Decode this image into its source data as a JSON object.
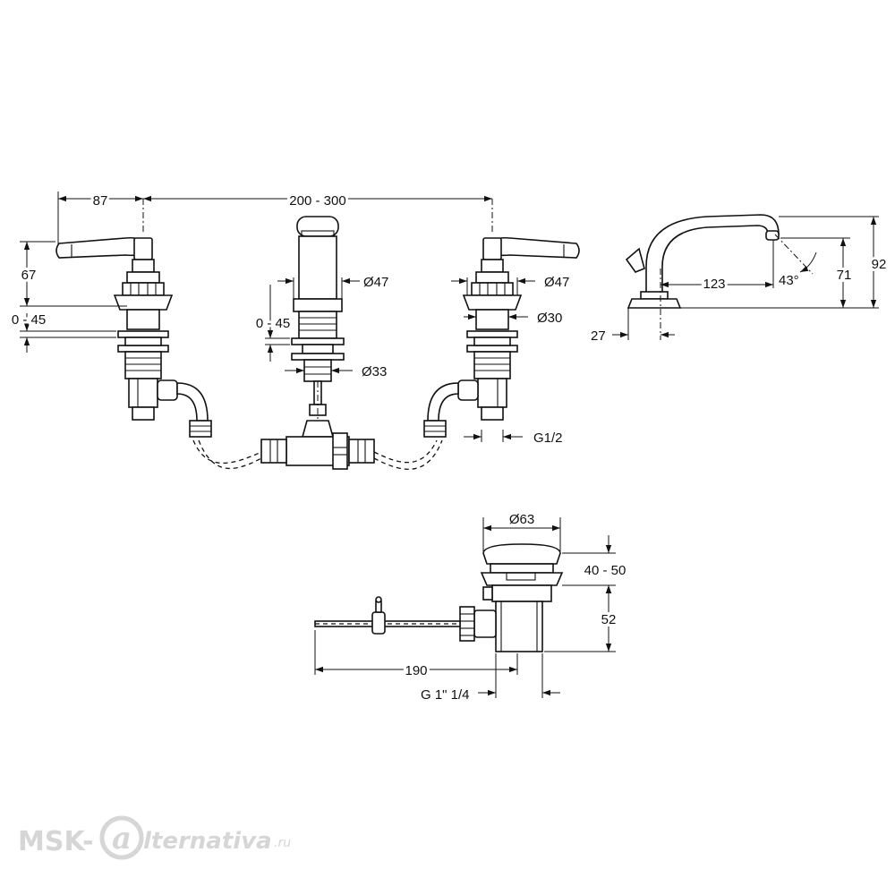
{
  "dimensions": {
    "handle_offset": "87",
    "center_distance": "200 - 300",
    "valve_height_left": "67",
    "deck_thickness_left": "0 - 45",
    "deck_thickness_center": "0 - 45",
    "spout_base_diameter": "Ø47",
    "valve_base_diameter": "Ø47",
    "valve_shank_diameter": "Ø30",
    "spout_shank_diameter": "Ø33",
    "inlet_thread": "G1/2",
    "spout_reach": "123",
    "spout_angle": "43°",
    "spout_height": "71",
    "spout_total_height": "92",
    "spout_base_width": "27",
    "waste_diameter": "Ø63",
    "waste_deck_range": "40 - 50",
    "waste_body_height": "52",
    "pull_rod_length": "190",
    "waste_thread": "G 1\" 1/4"
  },
  "watermark": {
    "prefix": "MSK-",
    "suffix": "lternativa",
    "domain": ".ru"
  }
}
